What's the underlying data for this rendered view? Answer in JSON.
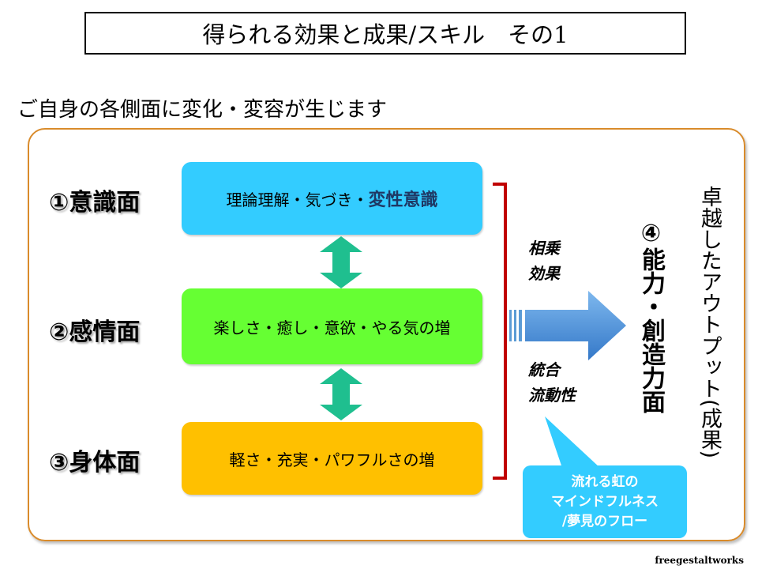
{
  "title": "得られる効果と成果/スキル　その1",
  "subtitle": "ご自身の各側面に変化・変容が生じます",
  "aspects": [
    {
      "label": "①意識面"
    },
    {
      "label": "②感情面"
    },
    {
      "label": "③身体面"
    }
  ],
  "boxes": {
    "box1_prefix": "理論理解・気づき・",
    "box1_highlight": "変性意識",
    "box2": "楽しさ・癒し・意欲・やる気の増",
    "box3": "軽さ・充実・パワフルさの増"
  },
  "synergy_label": {
    "line1": "相乗",
    "line2": "効果"
  },
  "integration_label": {
    "line1": "統合",
    "line2": "流動性"
  },
  "ability": "④能力・創造力面",
  "output": "卓越したアウトプット(成果)",
  "callout": {
    "line1": "流れる虹の",
    "line2": "マインドフルネス",
    "line3": "/夢見のフロー"
  },
  "credit": "freegestaltworks",
  "colors": {
    "box1": "#33ccff",
    "box2": "#66ff33",
    "box3": "#ffc000",
    "frame": "#d98b2b",
    "bracket": "#c00000",
    "double_arrow": "#1fbf8f",
    "big_arrow": "#4a90d9",
    "callout": "#33ccff"
  }
}
